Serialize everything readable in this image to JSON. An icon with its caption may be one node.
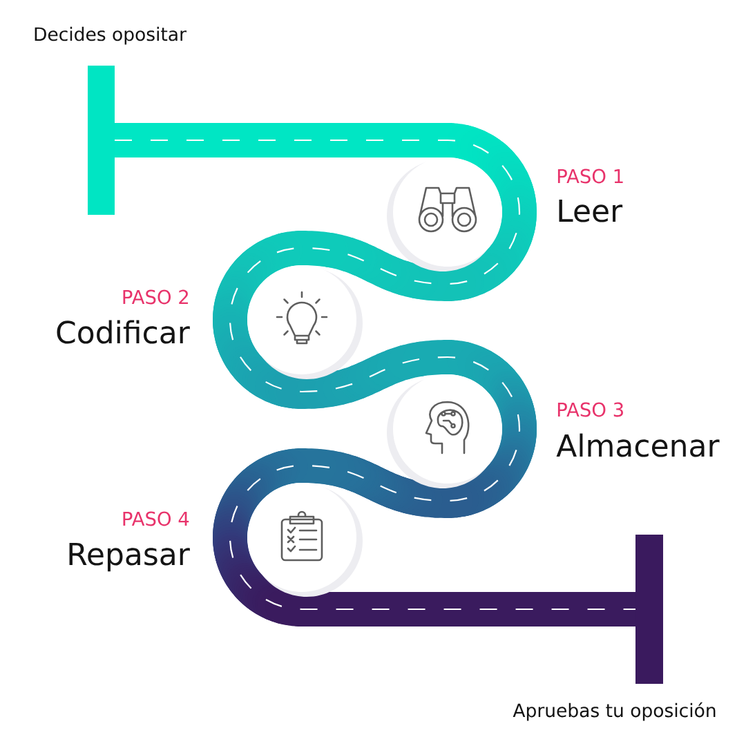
{
  "diagram": {
    "nodes": [
      {
        "text": [],
        "shape": "circle",
        "beside": [
          "PASO 1",
          "Leer"
        ]
      },
      {
        "text": [],
        "shape": "circle",
        "beside": [
          "PASO 2",
          "Codificar"
        ]
      },
      {
        "text": [],
        "shape": "circle",
        "beside": [
          "PASO 3",
          "Almacenar"
        ]
      },
      {
        "text": [],
        "shape": "circle",
        "beside": [
          "PASO 4",
          "Repasar"
        ]
      }
    ],
    "labels": [
      "Decides opositar",
      "Apruebas tu oposición"
    ]
  }
}
